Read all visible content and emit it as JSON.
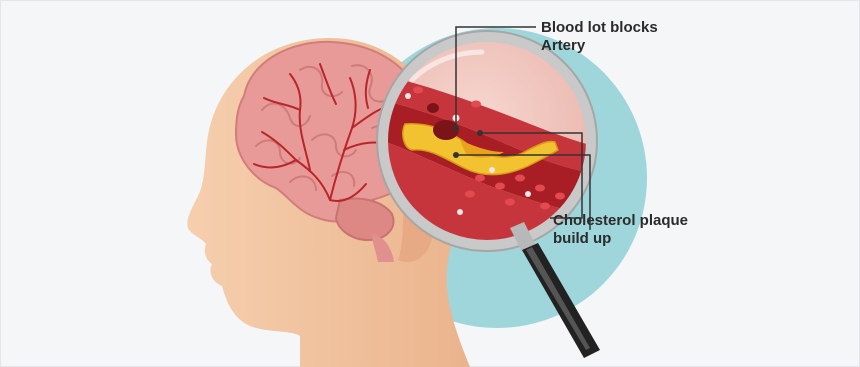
{
  "labels": {
    "blood_clot": {
      "line1": "Blood lot blocks",
      "line2": "Artery"
    },
    "plaque": {
      "line1": "Cholesterol plaque",
      "line2": "build up"
    }
  },
  "colors": {
    "background": "#f5f6f8",
    "skin": "#f3c9a4",
    "brain": "#e89a98",
    "vessels": "#b8262a",
    "teal_circle": "#9fd6dc",
    "lens": "#f2c7c0",
    "artery_wall": "#c6353c",
    "plaque": "#f2c230",
    "clot": "#7a1418",
    "handle": "#222222"
  },
  "icons": [
    "head-illustration",
    "brain-illustration",
    "magnifying-glass-icon"
  ]
}
